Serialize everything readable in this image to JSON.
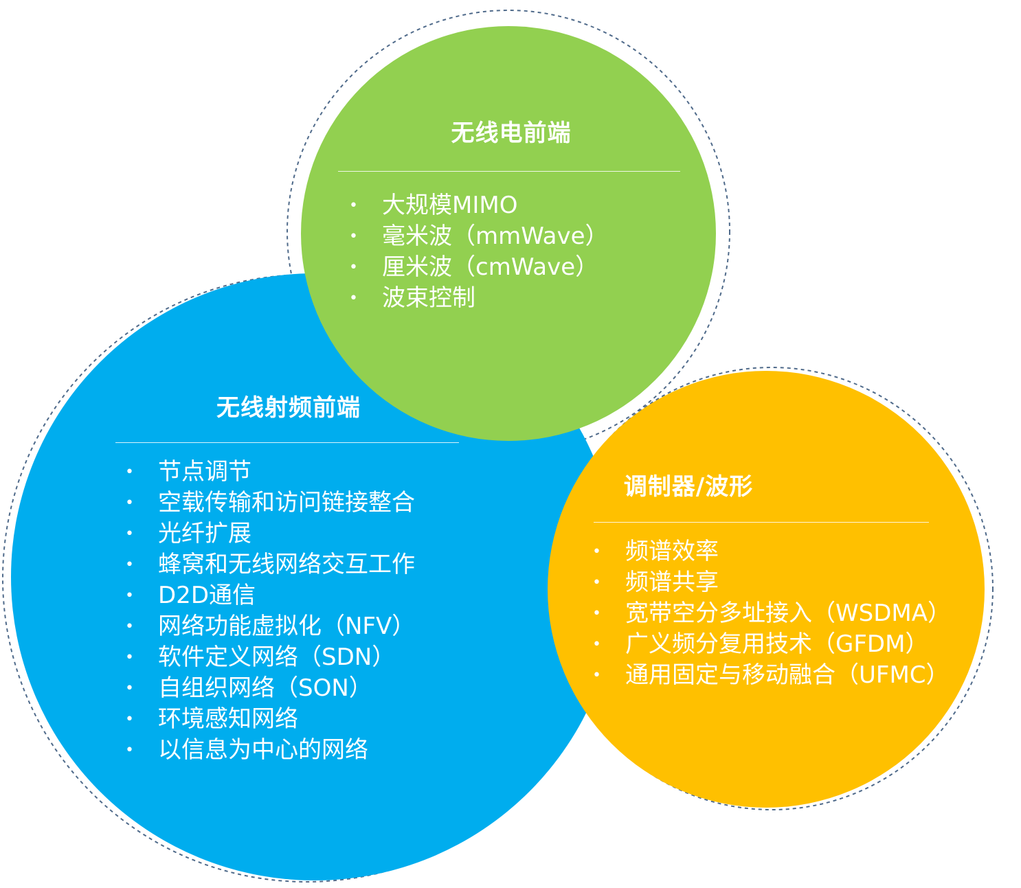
{
  "colors": {
    "blue": "#00adee",
    "green": "#92d050",
    "yellow": "#ffc000",
    "dashed_outline": "#4f6a8a",
    "text": "#ffffff"
  },
  "bullet_glyph": "•",
  "circles": {
    "blue": {
      "title": "无线射频前端",
      "items": [
        "节点调节",
        "空载传输和访问链接整合",
        "光纤扩展",
        "蜂窝和无线网络交互工作",
        "D2D通信",
        "网络功能虚拟化（NFV）",
        "软件定义网络（SDN）",
        "自组织网络（SON）",
        "环境感知网络",
        "以信息为中心的网络"
      ]
    },
    "green": {
      "title": "无线电前端",
      "items": [
        "大规模MIMO",
        "毫米波（mmWave）",
        "厘米波（cmWave）",
        "波束控制"
      ]
    },
    "yellow": {
      "title": "调制器/波形",
      "items": [
        "频谱效率",
        "频谱共享",
        "宽带空分多址接入（WSDMA）",
        "广义频分复用技术（GFDM）",
        "通用固定与移动融合（UFMC）"
      ]
    }
  }
}
